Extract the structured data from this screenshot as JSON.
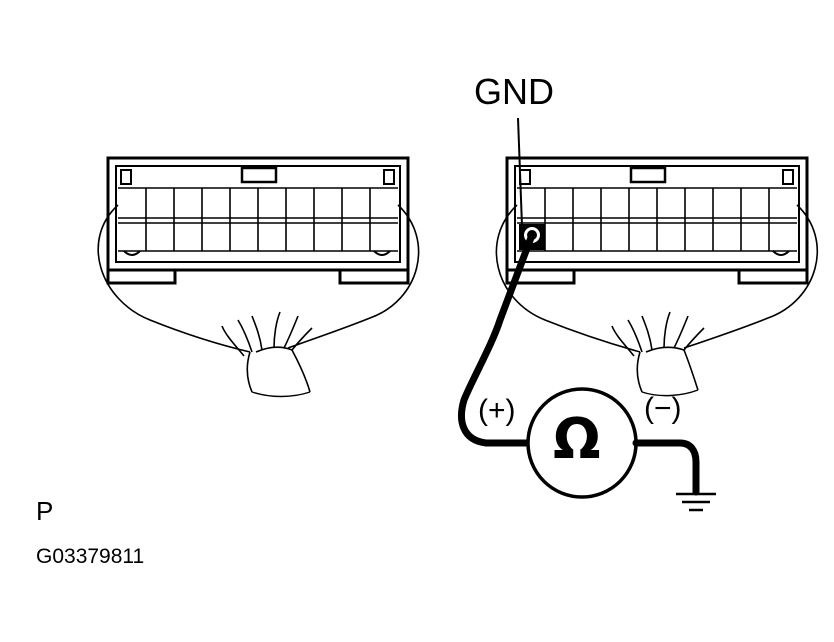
{
  "labels": {
    "gnd": "GND",
    "positive": "(+)",
    "negative": "(−)",
    "figure_letter": "P",
    "figure_code": "G03379811"
  },
  "meter": {
    "symbol": "Ω",
    "icon": "ohmmeter-icon"
  },
  "connectors": {
    "rows": 2,
    "columns": 10,
    "count": 2
  },
  "icons": [
    "wire-harness-icon",
    "ground-symbol-icon",
    "probe-tip-icon"
  ],
  "colors": {
    "line": "#000000",
    "background": "#ffffff"
  }
}
